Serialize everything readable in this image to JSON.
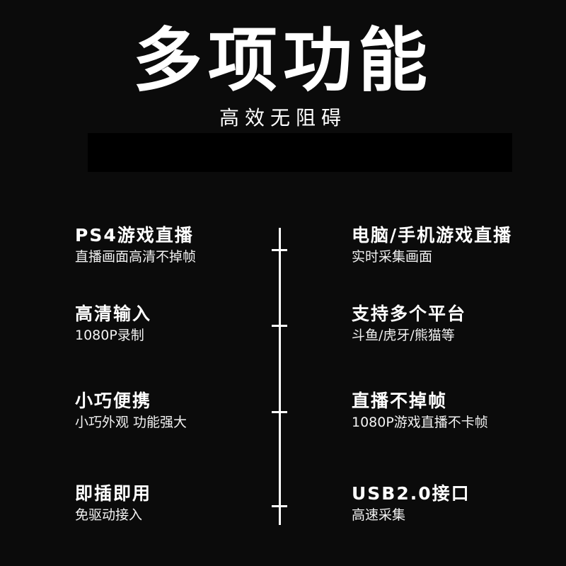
{
  "header": {
    "title": "多项功能",
    "subtitle": "高效无阻碍"
  },
  "features_left": [
    {
      "title": "PS4游戏直播",
      "desc": "直播画面高清不掉帧"
    },
    {
      "title": "高清输入",
      "desc": "1080P录制"
    },
    {
      "title": "小巧便携",
      "desc": "小巧外观 功能强大"
    },
    {
      "title": "即插即用",
      "desc": "免驱动接入"
    }
  ],
  "features_right": [
    {
      "title": "电脑/手机游戏直播",
      "desc": "实时采集画面"
    },
    {
      "title": "支持多个平台",
      "desc": "斗鱼/虎牙/熊猫等"
    },
    {
      "title": "直播不掉帧",
      "desc": "1080P游戏直播不卡帧"
    },
    {
      "title": "USB2.0接口",
      "desc": "高速采集"
    }
  ],
  "colors": {
    "background": "#0b0b0b",
    "text": "#ffffff",
    "timeline": "#ffffff"
  }
}
